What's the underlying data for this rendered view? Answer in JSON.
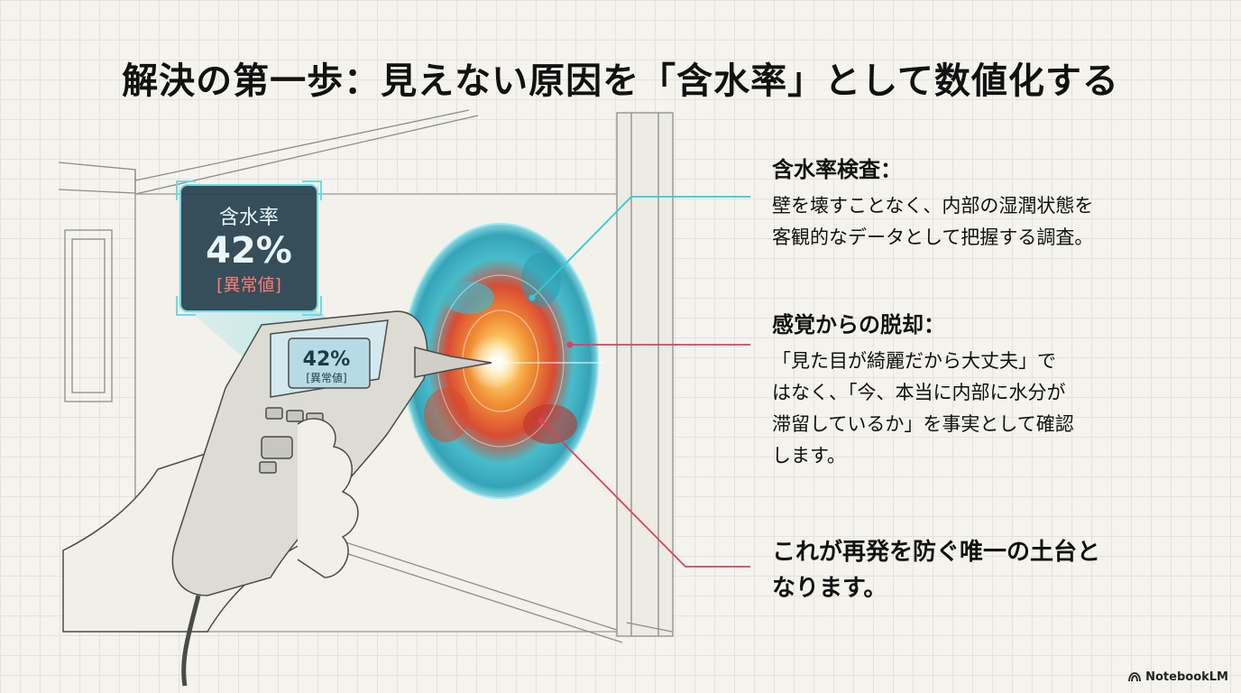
{
  "title": "解決の第一歩：見えない原因を「含水率」として数値化する",
  "meter_overlay": {
    "label": "含水率",
    "value": "42%",
    "status": "[異常値]"
  },
  "device_screen": {
    "value": "42%",
    "status": "[異常値]"
  },
  "blocks": [
    {
      "heading": "含水率検査：",
      "lines": [
        "壁を壊すことなく、内部の湿潤状態を",
        "客観的なデータとして把握する調査。"
      ]
    },
    {
      "heading": "感覚からの脱却：",
      "lines": [
        "「見た目が綺麗だから大丈夫」で",
        "はなく、「今、本当に内部に水分が",
        "滞留しているか」を事実として確認",
        "します。"
      ]
    },
    {
      "lines": [
        "これが再発を防ぐ唯一の土台と",
        "なります。"
      ]
    }
  ],
  "brand": "NotebookLM",
  "colors": {
    "accent_cyan": "#33c9d8",
    "accent_red": "#e0405a",
    "heat_hot": "#e8442a",
    "heat_warm": "#f59a2c"
  }
}
